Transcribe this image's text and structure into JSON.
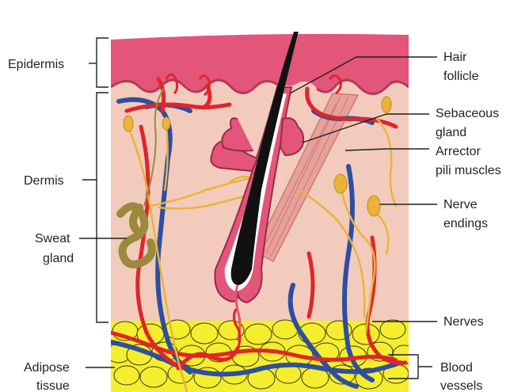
{
  "labels": {
    "epidermis": "Epidermis",
    "dermis": "Dermis",
    "sweat_gland": [
      "Sweat",
      "gland"
    ],
    "adipose_tissue": [
      "Adipose",
      "tissue"
    ],
    "hair_follicle": [
      "Hair",
      "follicle"
    ],
    "sebaceous_gland": [
      "Sebaceous",
      "gland"
    ],
    "arrector_pili": [
      "Arrector",
      "pili muscles"
    ],
    "nerve_endings": [
      "Nerve",
      "endings"
    ],
    "nerves": "Nerves",
    "blood_vessels": [
      "Blood",
      "vessels"
    ]
  },
  "colors": {
    "epidermis": "#e4557a",
    "dermis": "#f2cbbd",
    "fat": "#f4ee2e",
    "artery": "#e0252a",
    "vein": "#2e4ea0",
    "nerve": "#e8b53a",
    "muscle": "#e8a09a",
    "sweat_gland": "#9b8a3c",
    "hair": "#111111"
  }
}
